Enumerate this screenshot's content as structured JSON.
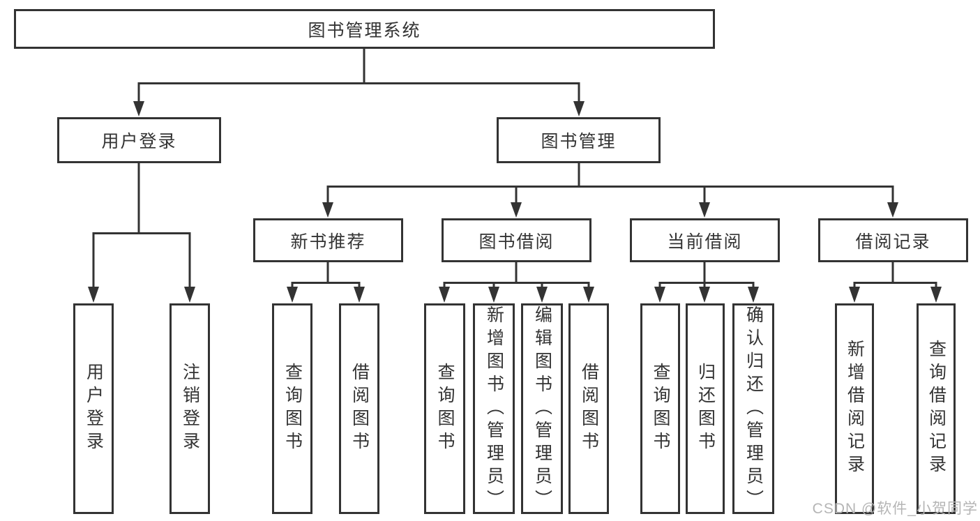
{
  "diagram": {
    "title": "图书管理系统",
    "level2": {
      "user_login": "用户登录",
      "book_mgmt": "图书管理"
    },
    "level3": {
      "new_book": "新书推荐",
      "book_borrow": "图书借阅",
      "current_borrow": "当前借阅",
      "borrow_records": "借阅记录"
    },
    "leaves": {
      "login": [
        "用户登录",
        "注销登录"
      ],
      "new_book": [
        "查询图书",
        "借阅图书"
      ],
      "book_borrow": [
        "查询图书",
        "新增图书（管理员）",
        "编辑图书（管理员）",
        "借阅图书"
      ],
      "current_borrow": [
        "查询图书",
        "归还图书",
        "确认归还（管理员）"
      ],
      "borrow_records": [
        "新增借阅记录",
        "查询借阅记录"
      ]
    },
    "watermark": "CSDN @软件_小贺同学",
    "colors": {
      "line": "#333333",
      "text": "#333333",
      "watermark": "#b5b5b5",
      "background": "#ffffff"
    }
  }
}
